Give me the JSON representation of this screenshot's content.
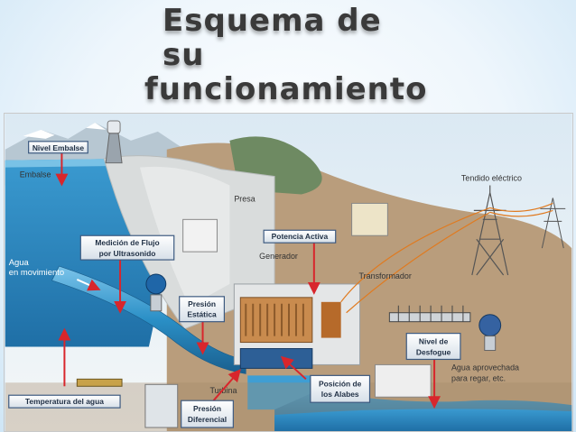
{
  "slide": {
    "title_line1": "Esquema de su",
    "title_line2": "funcionamiento"
  },
  "diagram": {
    "labels": {
      "embalse": "Embalse",
      "agua1": "Agua",
      "agua2": "en movimiento",
      "presa": "Presa",
      "generador": "Generador",
      "transformador": "Transformador",
      "tendido": "Tendido eléctrico",
      "turbina": "Turbina",
      "regar1": "Agua aprovechada",
      "regar2": "para regar, etc."
    },
    "tags": {
      "nivel_embalse": "Nivel Embalse",
      "medicion1": "Medición de Flujo",
      "medicion2": "por Ultrasonido",
      "presion_est1": "Presión",
      "presion_est2": "Estática",
      "potencia": "Potencia Activa",
      "nivel_desf1": "Nivel de",
      "nivel_desf2": "Desfogue",
      "posicion1": "Posición de",
      "posicion2": "los Alabes",
      "presion_dif1": "Presión",
      "presion_dif2": "Diferencial",
      "temperatura": "Temperatura del agua"
    },
    "colors": {
      "water": "#2a8fc6",
      "dam": "#d9dcdc",
      "tag_fill": "#e9eef4",
      "arrow": "#d8262c",
      "wire": "#e07a1f"
    }
  }
}
